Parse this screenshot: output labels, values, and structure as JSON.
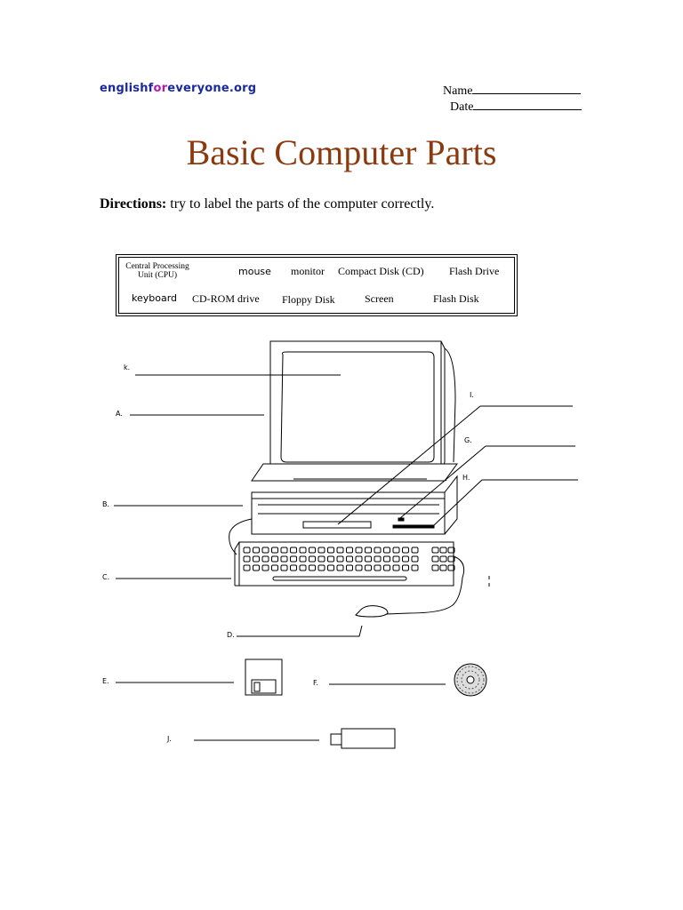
{
  "header": {
    "brand_part1": "englishf",
    "brand_part2": "or",
    "brand_part3": "everyone.org",
    "name_label": "Name",
    "date_label": "Date"
  },
  "title": "Basic Computer Parts",
  "directions": {
    "label": "Directions:",
    "text": " try to label the parts of the computer correctly."
  },
  "word_bank": {
    "row1": [
      "Central Processing Unit (CPU)",
      "mouse",
      "monitor",
      "Compact Disk (CD)",
      "Flash Drive"
    ],
    "row2": [
      "keyboard",
      "CD-ROM drive",
      "Floppy Disk",
      "Screen",
      "Flash Disk"
    ]
  },
  "diagram_labels": {
    "k": "k.",
    "a": "A.",
    "b": "B.",
    "c": "C.",
    "d": "D.",
    "e": "E.",
    "f": "F.",
    "g": "G.",
    "h": "H.",
    "i": "I.",
    "j": "J."
  }
}
